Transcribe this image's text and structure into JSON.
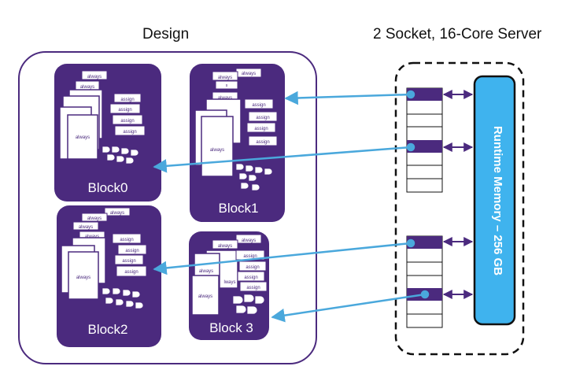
{
  "design": {
    "title": "Design",
    "blocks": [
      {
        "label": "Block0",
        "id": "block0"
      },
      {
        "label": "Block1",
        "id": "block1"
      },
      {
        "label": "Block2",
        "id": "block2"
      },
      {
        "label": "Block 3",
        "id": "block3"
      }
    ],
    "card_labels": {
      "always": "always",
      "assign": "assign"
    },
    "fragment_labels": [
      "s",
      "lways"
    ]
  },
  "server": {
    "title": "2 Socket, 16-Core Server",
    "memory_label": "Runtime Memory – 256 GB"
  },
  "colors": {
    "purple": "#4b2a7e",
    "arrow_blue": "#4aa8dc",
    "memory_blue": "#3fb3ee",
    "double_arrow": "#4b2a7e"
  }
}
